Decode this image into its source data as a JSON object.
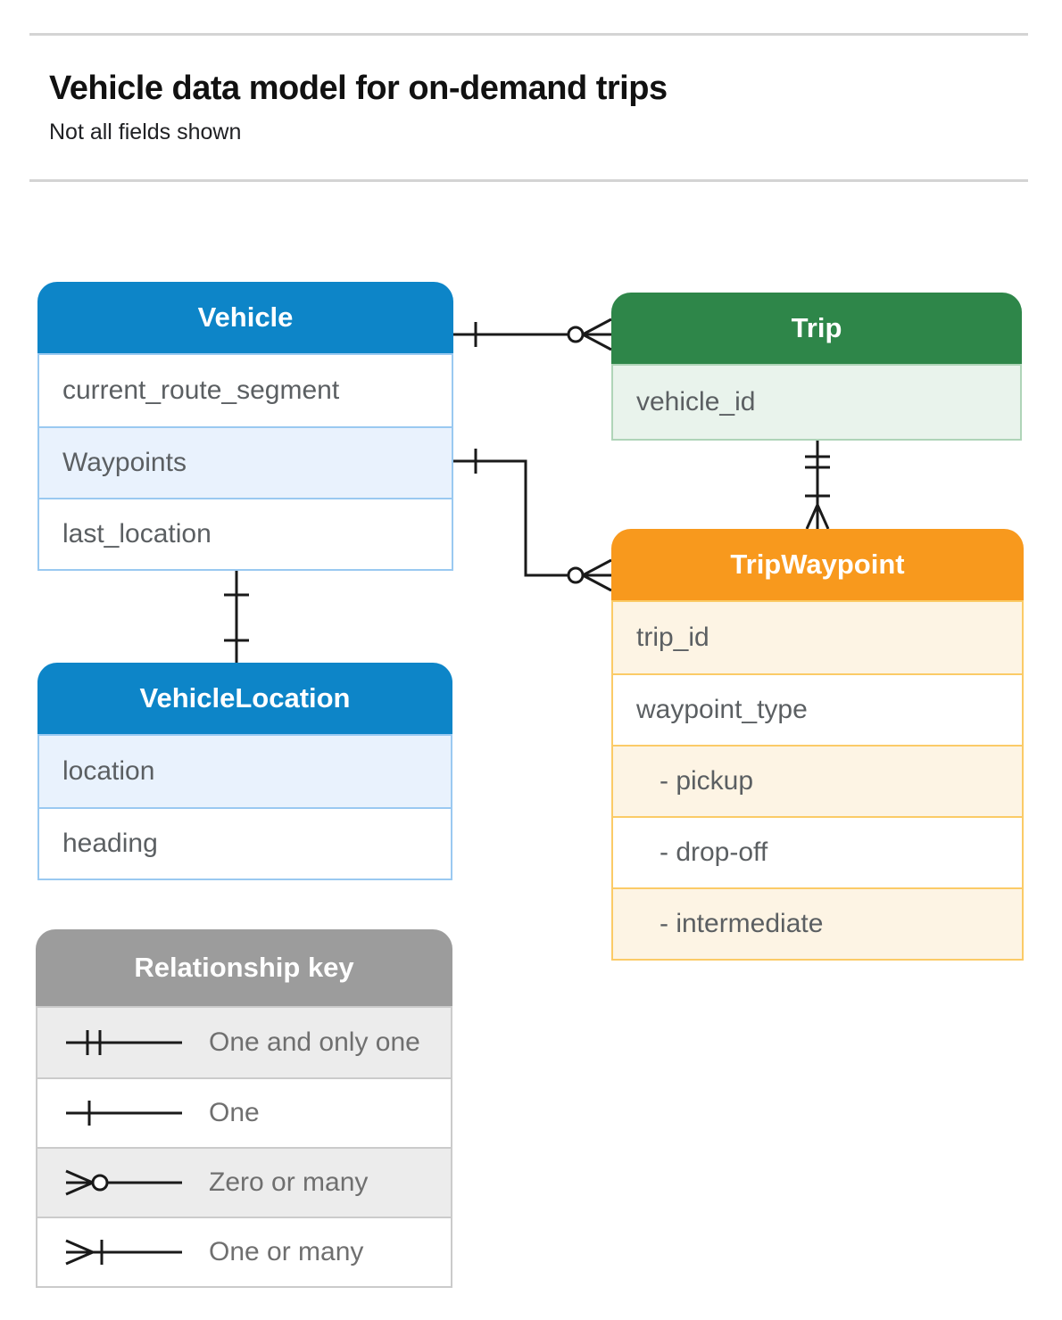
{
  "page": {
    "title": "Vehicle data model for on-demand trips",
    "subtitle": "Not all fields shown"
  },
  "entities": {
    "vehicle": {
      "title": "Vehicle",
      "fields": [
        "current_route_segment",
        "Waypoints",
        "last_location"
      ]
    },
    "trip": {
      "title": "Trip",
      "fields": [
        "vehicle_id"
      ]
    },
    "trip_waypoint": {
      "title": "TripWaypoint",
      "fields": [
        "trip_id",
        "waypoint_type",
        "- pickup",
        "- drop-off",
        "- intermediate"
      ]
    },
    "vehicle_location": {
      "title": "VehicleLocation",
      "fields": [
        "location",
        "heading"
      ]
    }
  },
  "legend": {
    "title": "Relationship key",
    "items": [
      {
        "symbol": "one-and-only-one",
        "label": "One and only one"
      },
      {
        "symbol": "one",
        "label": "One"
      },
      {
        "symbol": "zero-or-many",
        "label": "Zero or many"
      },
      {
        "symbol": "one-or-many",
        "label": "One or many"
      }
    ]
  },
  "relationships": [
    {
      "from": "Vehicle",
      "to": "Trip",
      "from_cardinality": "one",
      "to_cardinality": "zero-or-many"
    },
    {
      "from": "Vehicle.Waypoints",
      "to": "TripWaypoint",
      "from_cardinality": "one",
      "to_cardinality": "zero-or-many"
    },
    {
      "from": "Trip",
      "to": "TripWaypoint",
      "from_cardinality": "one-and-only-one",
      "to_cardinality": "one-or-many"
    },
    {
      "from": "Vehicle",
      "to": "VehicleLocation",
      "from_cardinality": "one",
      "to_cardinality": "one"
    }
  ],
  "colors": {
    "blue": "#0d85c8",
    "blue_light": "#e9f2fd",
    "blue_border": "#9ac9f1",
    "green": "#2e8649",
    "green_light": "#e9f3ec",
    "green_border": "#afd4b8",
    "orange": "#f8991d",
    "orange_light": "#fdf4e4",
    "orange_border": "#fbcb67",
    "gray": "#9c9c9c",
    "gray_light": "#ececec",
    "gray_border": "#cbcbcb",
    "line": "#1a1a1a",
    "field_text": "#5b5f62",
    "legend_text": "#6f6f6f"
  }
}
